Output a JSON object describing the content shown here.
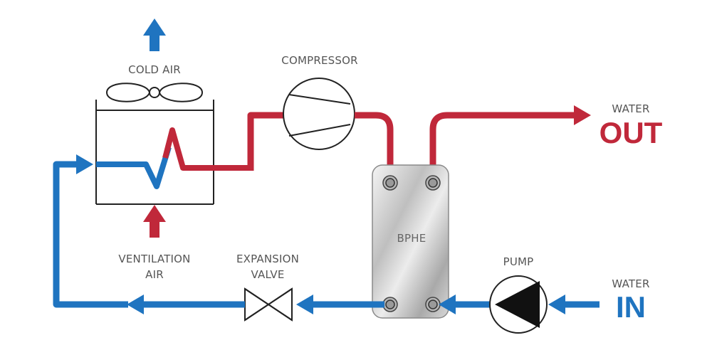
{
  "labels": {
    "cold_air": "COLD AIR",
    "compressor": "COMPRESSOR",
    "water_out_small": "WATER",
    "water_out_big": "OUT",
    "bphe": "BPHE",
    "pump": "PUMP",
    "ventilation_line1": "VENTILATION",
    "ventilation_line2": "AIR",
    "expansion_line1": "EXPANSION",
    "expansion_line2": "VALVE",
    "water_in_small": "WATER",
    "water_in_big": "IN"
  },
  "colors": {
    "hot": "#c0283a",
    "cold": "#1f74c0",
    "outline": "#222222",
    "label": "#555555"
  },
  "icons": [
    "fan-icon",
    "compressor-icon",
    "expansion-valve-icon",
    "pump-icon",
    "arrow-up-icon",
    "arrow-right-icon",
    "arrow-left-icon"
  ]
}
